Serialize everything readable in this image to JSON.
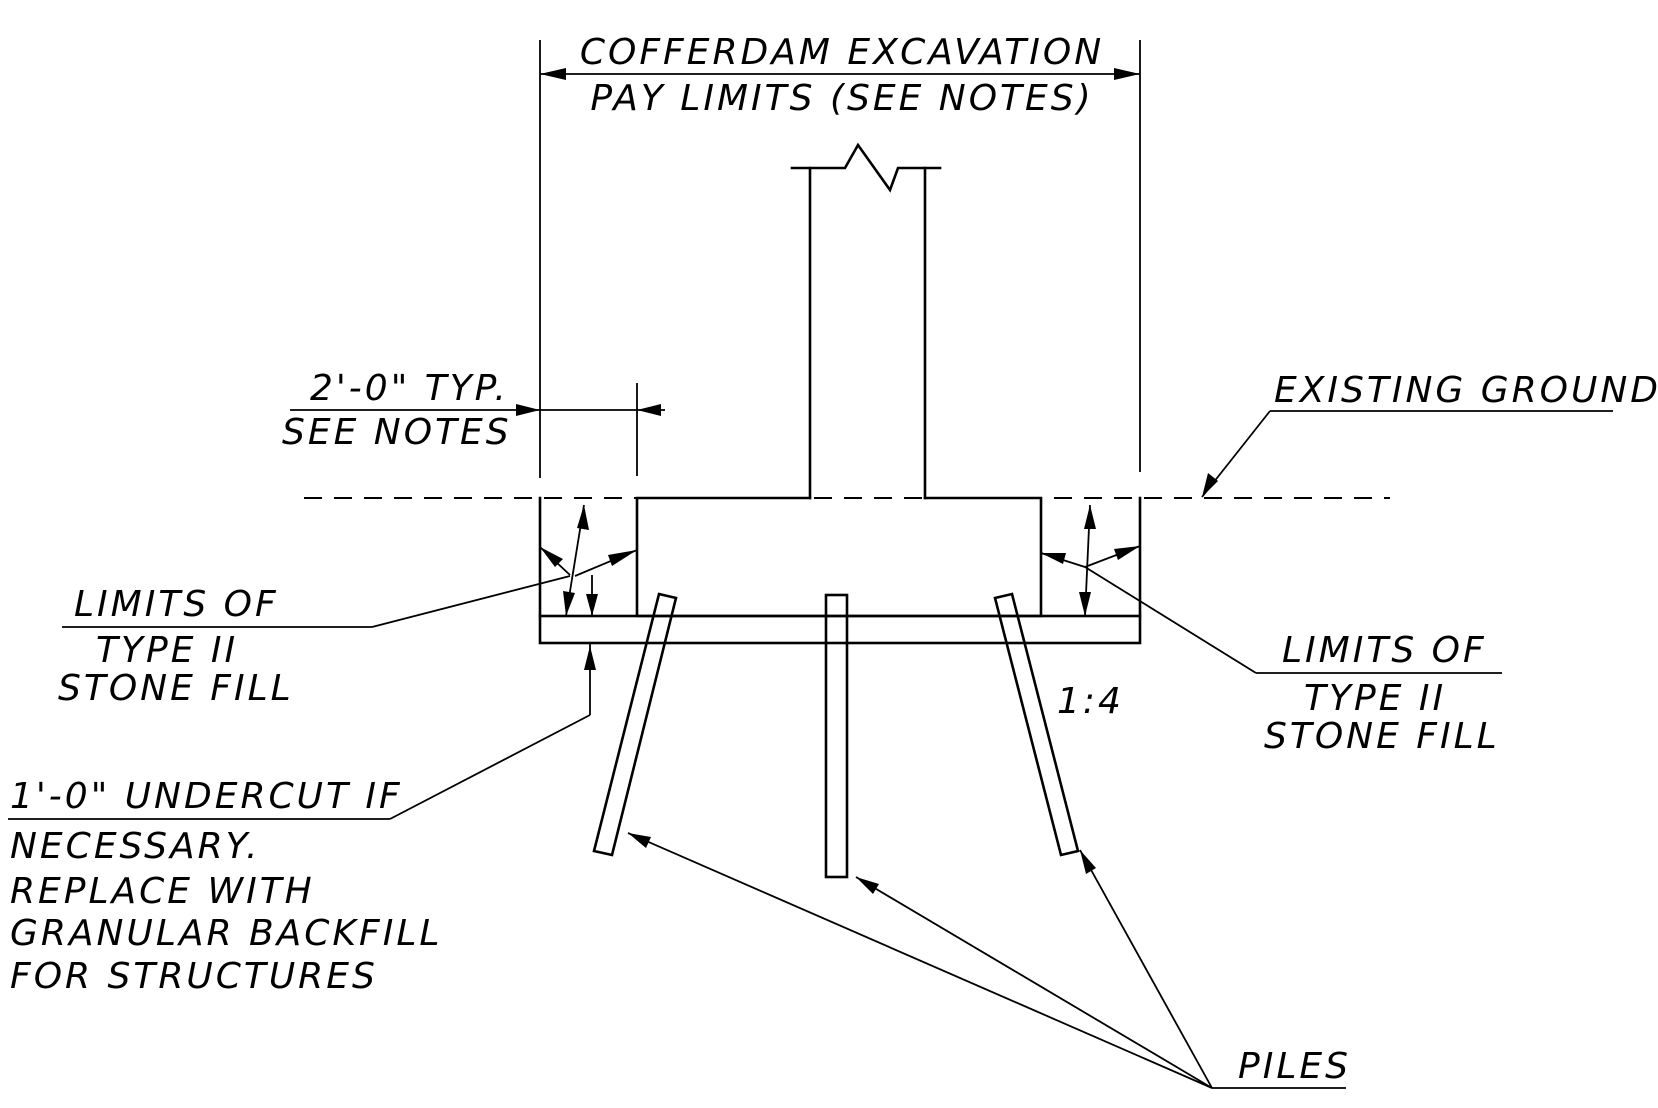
{
  "labels": {
    "cofferdam_line1": "COFFERDAM EXCAVATION",
    "cofferdam_line2": "PAY LIMITS (SEE NOTES)",
    "typ_line1": "2'-0\" TYP.",
    "typ_line2": "SEE NOTES",
    "existing_ground": "EXISTING GROUND",
    "limits_left_line1": "LIMITS OF",
    "limits_left_line2": "TYPE II",
    "limits_left_line3": "STONE FILL",
    "limits_right_line1": "LIMITS OF",
    "limits_right_line2": "TYPE II",
    "limits_right_line3": "STONE FILL",
    "batter": "1:4",
    "undercut_line1": "1'-0\" UNDERCUT IF",
    "undercut_line2": "NECESSARY.",
    "undercut_line3": "REPLACE WITH",
    "undercut_line4": "GRANULAR BACKFILL",
    "undercut_line5": "FOR STRUCTURES",
    "piles": "PILES"
  }
}
